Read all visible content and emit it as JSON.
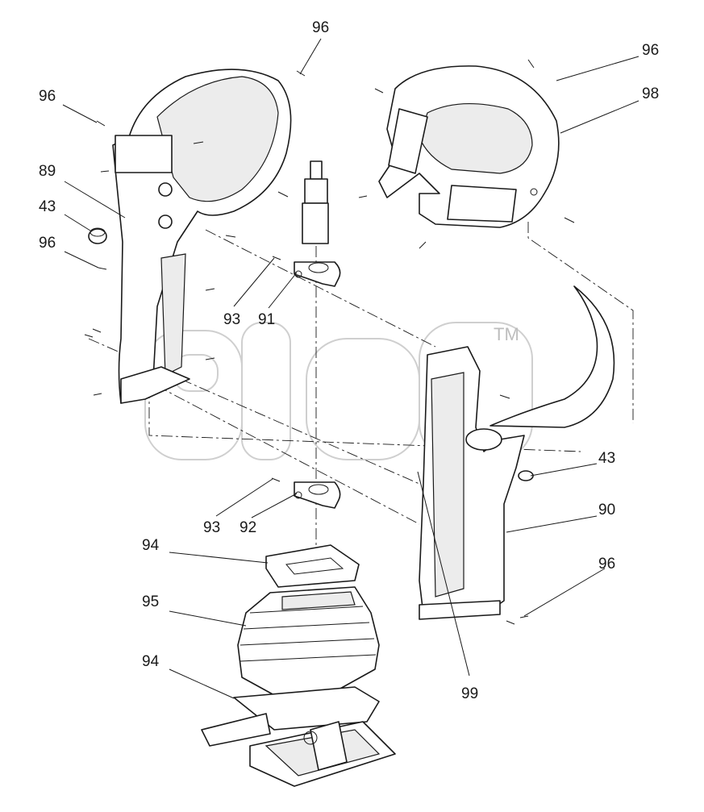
{
  "diagram": {
    "watermark_tm": "TM",
    "callouts": [
      {
        "id": "c96a",
        "label": "96"
      },
      {
        "id": "c96b",
        "label": "96"
      },
      {
        "id": "c96c",
        "label": "96"
      },
      {
        "id": "c98",
        "label": "98"
      },
      {
        "id": "c89",
        "label": "89"
      },
      {
        "id": "c43a",
        "label": "43"
      },
      {
        "id": "c96d",
        "label": "96"
      },
      {
        "id": "c93a",
        "label": "93"
      },
      {
        "id": "c91",
        "label": "91"
      },
      {
        "id": "c43b",
        "label": "43"
      },
      {
        "id": "c90",
        "label": "90"
      },
      {
        "id": "c93b",
        "label": "93"
      },
      {
        "id": "c92",
        "label": "92"
      },
      {
        "id": "c94a",
        "label": "94"
      },
      {
        "id": "c96e",
        "label": "96"
      },
      {
        "id": "c95",
        "label": "95"
      },
      {
        "id": "c94b",
        "label": "94"
      },
      {
        "id": "c99",
        "label": "99"
      }
    ]
  }
}
